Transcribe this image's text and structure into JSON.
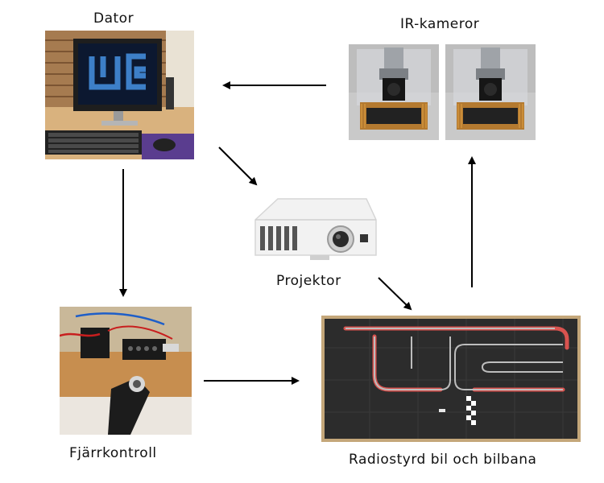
{
  "nodes": {
    "computer": {
      "label": "Dator",
      "icon": "computer-photo"
    },
    "cameras": {
      "label": "IR-kameror",
      "icon": "ir-camera-photo"
    },
    "projector": {
      "label": "Projektor",
      "icon": "projector-photo"
    },
    "remote": {
      "label": "Fjärrkontroll",
      "icon": "remote-control-photo"
    },
    "track": {
      "label": "Radiostyrd bil och bilbana",
      "icon": "race-track-photo"
    }
  },
  "colors": {
    "arrow": "#000000",
    "monitor_logo": "#3d7fc8",
    "track_surface": "#2a2a2a",
    "track_edge": "#d9534f"
  }
}
